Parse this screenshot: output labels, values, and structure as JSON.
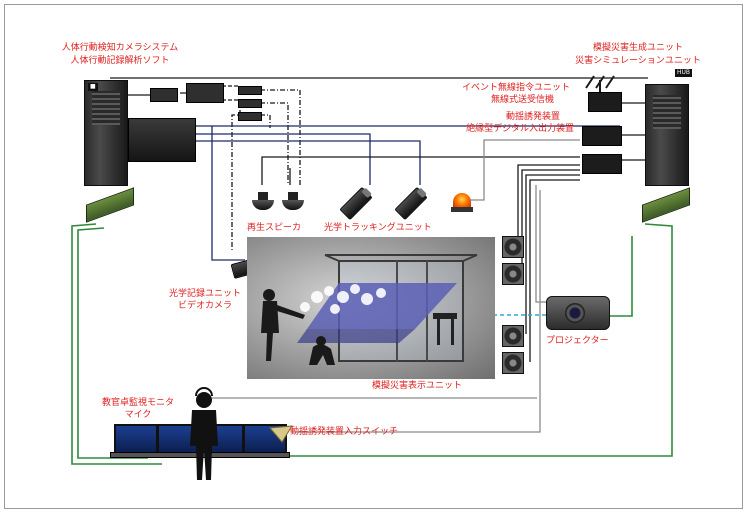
{
  "labels": {
    "camera_system": "人体行動検知カメラシステム",
    "behavior_software": "人体行動記録解析ソフト",
    "disaster_gen_unit": "模擬災害生成ユニット",
    "disaster_sim_unit": "災害シミュレーションユニット",
    "event_wireless_unit": "イベント無線指令ユニット",
    "wireless_transceiver": "無線式送受信機",
    "agitation_device": "動揺誘発装置",
    "isolated_digital_io": "絶縁型デジタル入出力装置",
    "playback_speaker": "再生スピーカ",
    "optical_tracking_unit": "光学トラッキングユニット",
    "optical_record_unit": "光学記録ユニット",
    "video_camera": "ビデオカメラ",
    "projector": "プロジェクター",
    "disaster_display_unit": "模擬災害表示ユニット",
    "instructor_monitor": "教官卓監視モニタ",
    "microphone": "マイク",
    "agitation_switch": "動揺誘発装置入力スイッチ",
    "hub_tag": "HUB"
  },
  "colors": {
    "label": "#e02020",
    "wire_black": "#1a1a1a",
    "wire_navy": "#1f2a6b",
    "wire_green": "#2e8a3a",
    "wire_gray": "#8a8a8a",
    "wire_cyan": "#2aa8d8"
  },
  "icons": {
    "left_pc": "pc-tower-icon",
    "right_pc": "pc-tower-icon",
    "camera": "video-camera-icon",
    "speaker": "speaker-icon",
    "projector": "projector-icon",
    "beacon": "warning-beacon-icon",
    "monitor": "monitor-icon",
    "antenna": "antenna-icon"
  }
}
